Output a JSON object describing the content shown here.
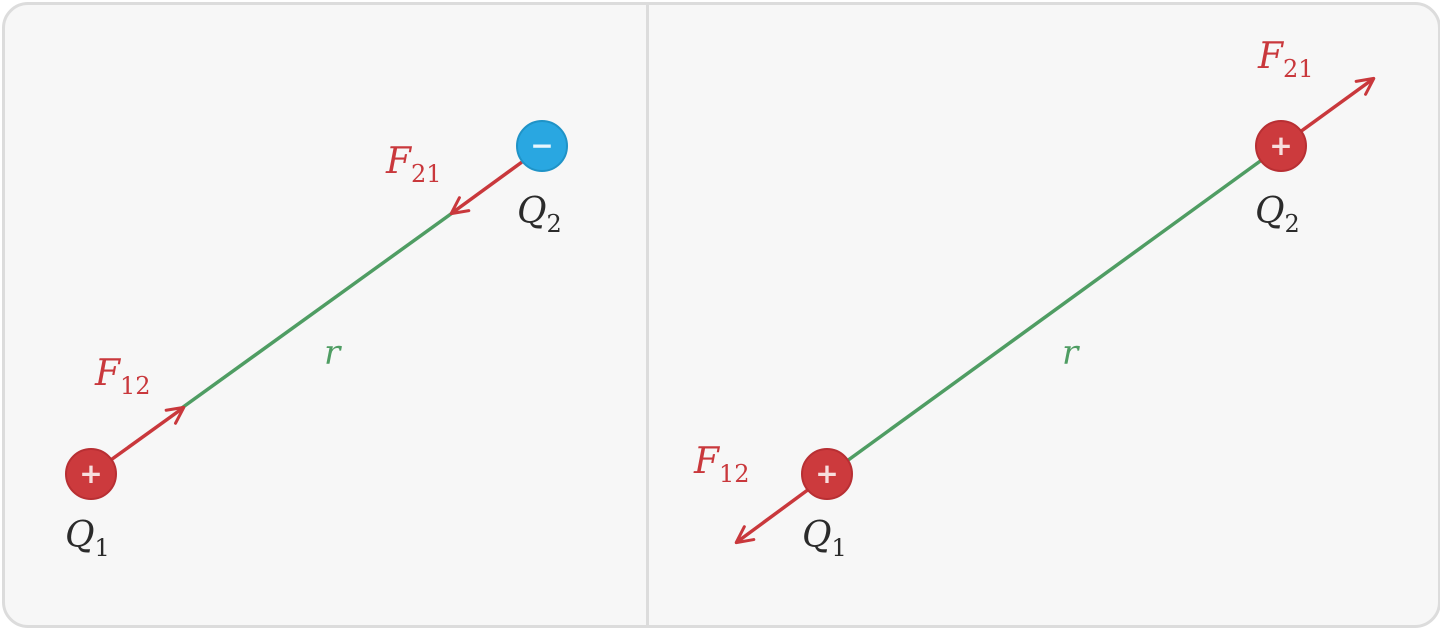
{
  "colors": {
    "force": "#c9383c",
    "distance_line": "#4f9d63",
    "positive_charge": "#cc3a3d",
    "negative_charge": "#29a7e1",
    "label": "#2b2b2b",
    "background": "#f7f7f7",
    "border": "#dcdcdc"
  },
  "panels": [
    {
      "id": "attraction",
      "q1": {
        "sign": "+",
        "name": "Q",
        "sub": "1"
      },
      "q2": {
        "sign": "−",
        "name": "Q",
        "sub": "2"
      },
      "f12": {
        "name": "F",
        "sub": "12"
      },
      "f21": {
        "name": "F",
        "sub": "21"
      },
      "distance_label": "r"
    },
    {
      "id": "repulsion",
      "q1": {
        "sign": "+",
        "name": "Q",
        "sub": "1"
      },
      "q2": {
        "sign": "+",
        "name": "Q",
        "sub": "2"
      },
      "f12": {
        "name": "F",
        "sub": "12"
      },
      "f21": {
        "name": "F",
        "sub": "21"
      },
      "distance_label": "r"
    }
  ]
}
